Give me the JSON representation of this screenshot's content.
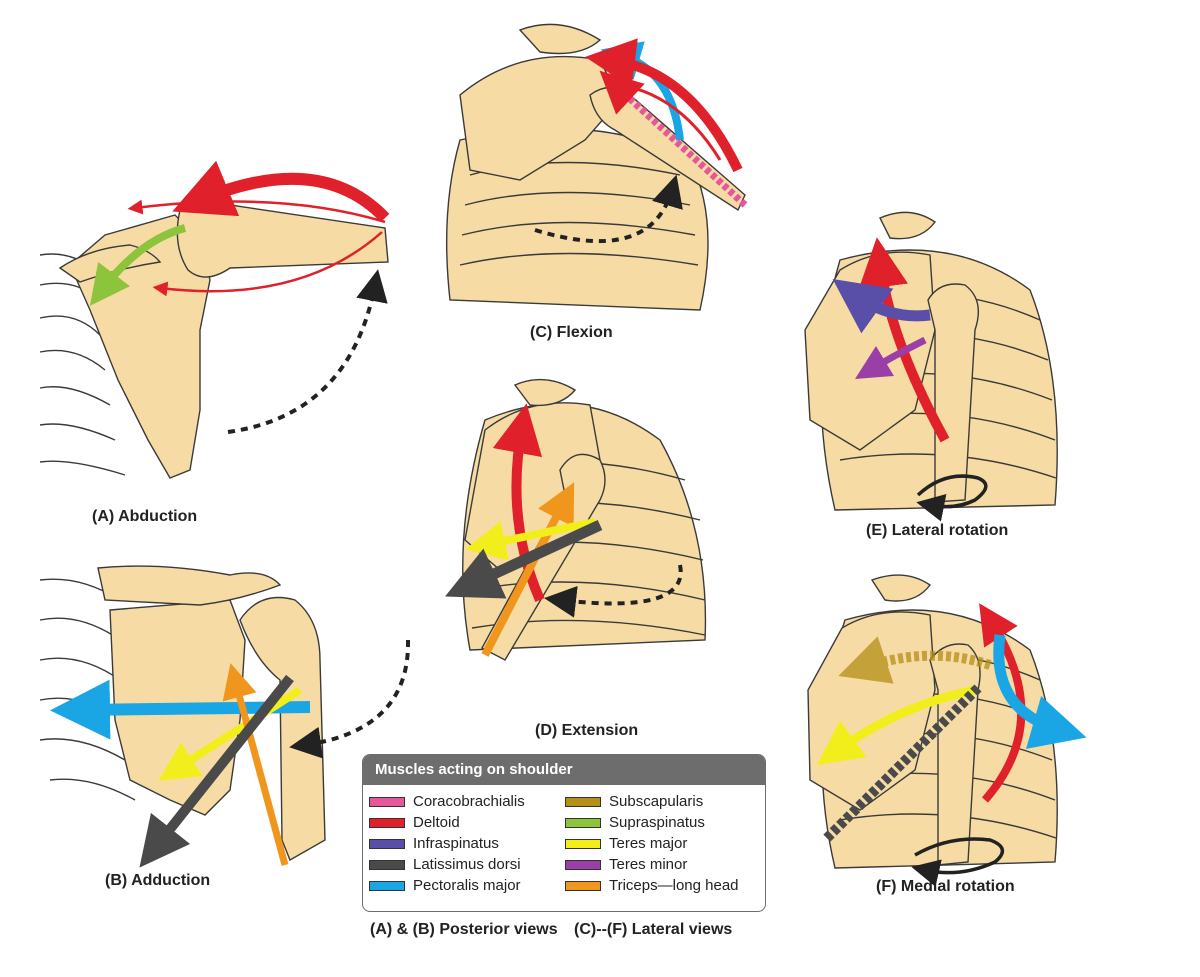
{
  "panels": {
    "a": {
      "label": "(A) Abduction"
    },
    "b": {
      "label": "(B) Adduction"
    },
    "c": {
      "label": "(C) Flexion"
    },
    "d": {
      "label": "(D) Extension"
    },
    "e": {
      "label": "(E) Lateral rotation"
    },
    "f": {
      "label": "(F) Medial rotation"
    }
  },
  "legend": {
    "title": "Muscles acting on shoulder",
    "left_items": [
      {
        "label": "Coracobrachialis",
        "color": "#e8559a"
      },
      {
        "label": "Deltoid",
        "color": "#e0202a"
      },
      {
        "label": "Infraspinatus",
        "color": "#5a4fa8"
      },
      {
        "label": "Latissimus dorsi",
        "color": "#4a4a4a"
      },
      {
        "label": "Pectoralis major",
        "color": "#1aa6e4"
      }
    ],
    "right_items": [
      {
        "label": "Subscapularis",
        "color": "#b58f16"
      },
      {
        "label": "Supraspinatus",
        "color": "#8cc43c"
      },
      {
        "label": "Teres major",
        "color": "#f2ee1c"
      },
      {
        "label": "Teres minor",
        "color": "#9b3fa8"
      },
      {
        "label": "Triceps—long head",
        "color": "#f0961c"
      }
    ]
  },
  "footer": {
    "posterior": "(A) & (B) Posterior views",
    "lateral": "(C)--(F) Lateral views"
  },
  "colors": {
    "bone": "#f6dca4",
    "bone_outline": "#3a3a3a",
    "movement_arrow": "#222222",
    "legend_header": "#6d6d6d"
  }
}
